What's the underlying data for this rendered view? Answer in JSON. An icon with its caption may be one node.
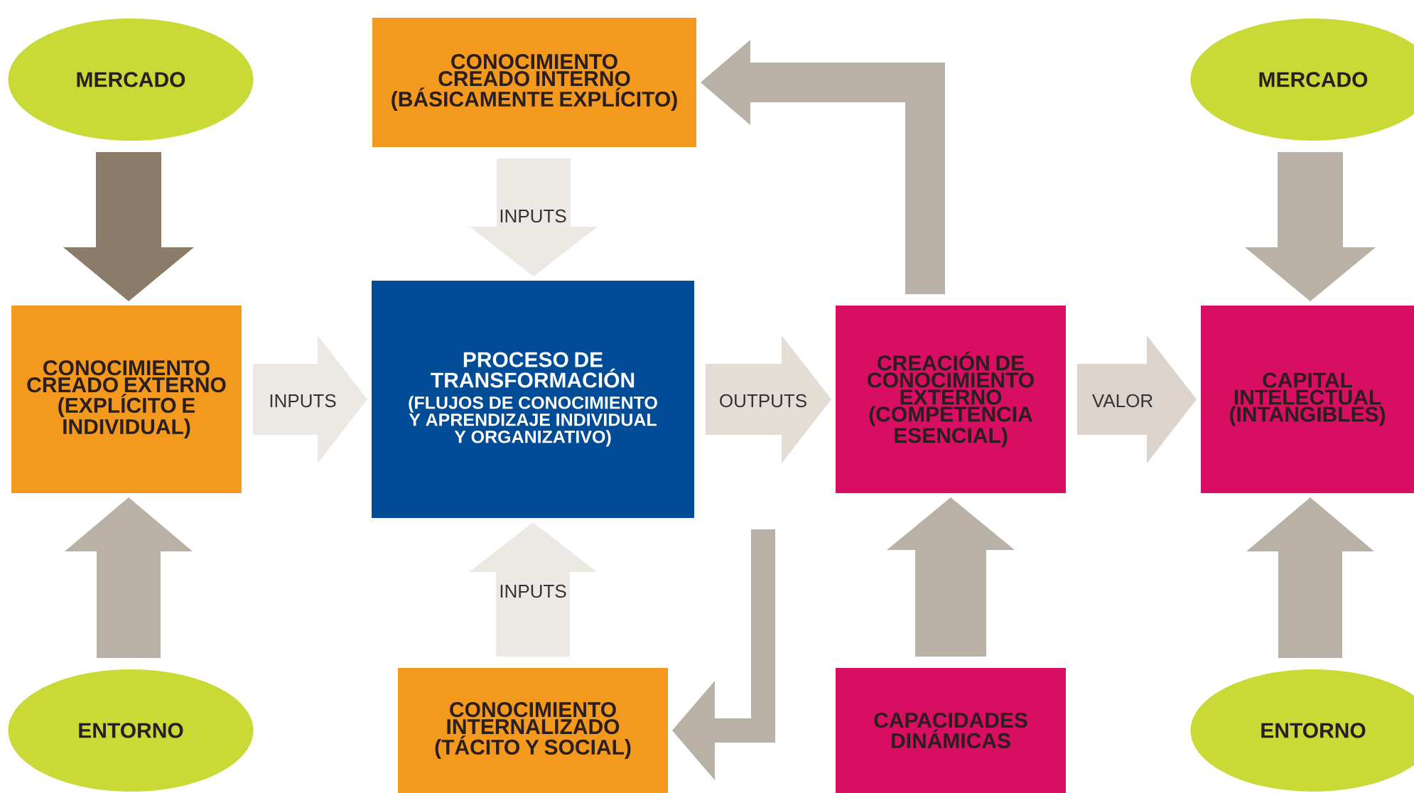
{
  "diagram": {
    "nodes": [
      {
        "text": [
          "MERCADO"
        ]
      },
      {
        "text": [
          "MERCADO"
        ]
      },
      {
        "text": [
          "CONOCIMIENTO CREADO INTERNO (BÁSICAMENTE EXPLÍCITO)"
        ]
      },
      {
        "text": [
          "CONOCIMIENTO CREADO EXTERNO (EXPLÍCITO E INDIVIDUAL)"
        ]
      },
      {
        "text": [
          "PROCESO DE TRANSFORMACIÓN",
          "(FLUJOS DE CONOCIMIENTO Y APRENDIZAJE INDIVIDUAL Y ORGANIZATIVO)"
        ]
      },
      {
        "text": [
          "CREACIÓN DE CONOCIMIENTO EXTERNO (COMPETENCIA ESENCIAL)"
        ]
      },
      {
        "text": [
          "CAPITAL INTELECTUAL (INTANGIBLES)"
        ]
      },
      {
        "text": [
          "ENTORNO"
        ]
      },
      {
        "text": [
          "CONOCIMIENTO INTERNALIZADO (TÁCITO Y SOCIAL)"
        ]
      },
      {
        "text": [
          "CAPACIDADES DINÁMICAS"
        ]
      },
      {
        "text": [
          "ENTORNO"
        ]
      }
    ],
    "edges": [
      {
        "from": 0,
        "to": 3,
        "arrow": "to",
        "color": "#8b7b69"
      },
      {
        "from": 7,
        "to": 3,
        "arrow": "to"
      },
      {
        "from": 3,
        "to": 4,
        "arrow": "to",
        "label": "INPUTS",
        "color": "#ece9e5"
      },
      {
        "from": 2,
        "to": 4,
        "arrow": "to",
        "label": "INPUTS",
        "color": "#ece9e5"
      },
      {
        "from": 8,
        "to": 4,
        "arrow": "to",
        "label": "INPUTS",
        "color": "#ece9e5"
      },
      {
        "from": 4,
        "to": 5,
        "arrow": "to",
        "label": "OUTPUTS",
        "color": "#e4ddd6"
      },
      {
        "from": 5,
        "to": 2,
        "arrow": "to"
      },
      {
        "from": 4,
        "to": 8,
        "arrow": "to"
      },
      {
        "from": 5,
        "to": 6,
        "arrow": "to",
        "label": "VALOR",
        "color": "#dcd4cc"
      },
      {
        "from": 9,
        "to": 5,
        "arrow": "to"
      },
      {
        "from": 1,
        "to": 6,
        "arrow": "to"
      },
      {
        "from": 10,
        "to": 6,
        "arrow": "to"
      }
    ]
  }
}
